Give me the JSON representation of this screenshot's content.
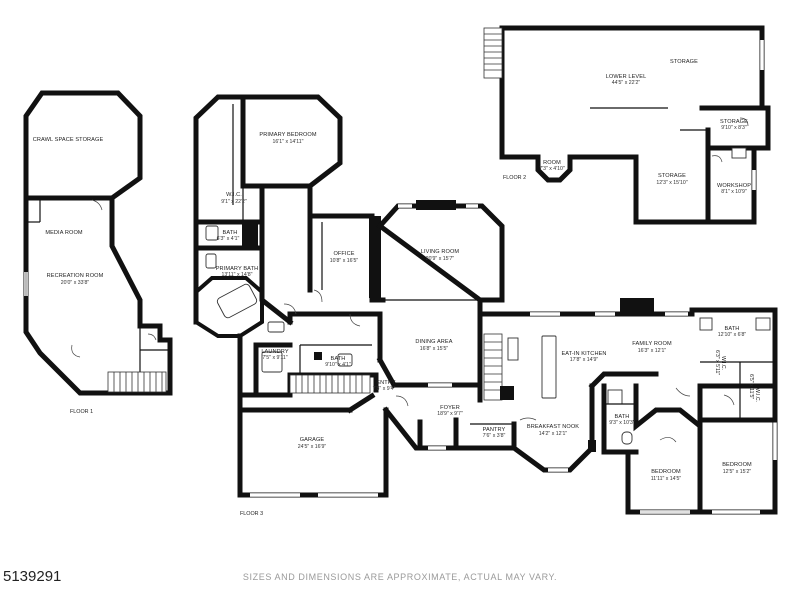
{
  "rooms": {
    "crawl_space_storage": {
      "name": "CRAWL SPACE STORAGE"
    },
    "media_room": {
      "name": "MEDIA ROOM"
    },
    "recreation_room": {
      "name": "RECREATION ROOM",
      "dims": "20'0\" x 33'8\""
    },
    "primary_bedroom": {
      "name": "PRIMARY BEDROOM",
      "dims": "16'1\" x 14'11\""
    },
    "wic_primary": {
      "name": "W.I.C.",
      "dims": "9'1\" x 22'2\""
    },
    "bath_upper": {
      "name": "BATH",
      "dims": "6'3\" x 4'1\""
    },
    "primary_bath": {
      "name": "PRIMARY BATH",
      "dims": "13'11\" x 14'8\""
    },
    "office": {
      "name": "OFFICE",
      "dims": "10'8\" x 16'5\""
    },
    "living_room": {
      "name": "LIVING ROOM",
      "dims": "20'9\" x 15'7\""
    },
    "dining_area": {
      "name": "DINING AREA",
      "dims": "16'8\" x 15'5\""
    },
    "laundry": {
      "name": "LAUNDRY",
      "dims": "7'5\" x 9'11\""
    },
    "bath_half": {
      "name": "BATH",
      "dims": "9'10\" x 4'1\""
    },
    "entry": {
      "name": "ENTRY",
      "dims": "7'8\" x 9'4\""
    },
    "foyer": {
      "name": "FOYER",
      "dims": "18'9\" x 9'7\""
    },
    "pantry": {
      "name": "PANTRY",
      "dims": "7'6\" x 3'8\""
    },
    "garage": {
      "name": "GARAGE",
      "dims": "24'5\" x 16'9\""
    },
    "eat_in_kitchen": {
      "name": "EAT-IN KITCHEN",
      "dims": "17'8\" x 14'9\""
    },
    "breakfast_nook": {
      "name": "BREAKFAST NOOK",
      "dims": "14'2\" x 12'1\""
    },
    "family_room": {
      "name": "FAMILY ROOM",
      "dims": "16'3\" x 12'1\""
    },
    "bath_side": {
      "name": "BATH",
      "dims": "12'10\" x 6'8\""
    },
    "wic_side": {
      "name": "W.I.C.",
      "dims": "6'3\" x 5'11\""
    },
    "wic_side2": {
      "name": "W.I.C.",
      "dims": "6'5\" x 11'5\""
    },
    "bath_lower": {
      "name": "BATH",
      "dims": "9'3\" x 10'3\""
    },
    "bedroom_left": {
      "name": "BEDROOM",
      "dims": "11'11\" x 14'5\""
    },
    "bedroom_right": {
      "name": "BEDROOM",
      "dims": "12'5\" x 15'2\""
    },
    "storage_main": {
      "name": "STORAGE"
    },
    "lower_level": {
      "name": "LOWER LEVEL",
      "dims": "44'5\" x 22'2\""
    },
    "storage_small": {
      "name": "STORAGE",
      "dims": "9'10\" x 8'3\""
    },
    "room_small": {
      "name": "ROOM",
      "dims": "7'3\" x 4'10\""
    },
    "storage_mid": {
      "name": "STORAGE",
      "dims": "12'3\" x 15'10\""
    },
    "workshop": {
      "name": "WORKSHOP",
      "dims": "8'1\" x 10'9\""
    }
  },
  "floors": {
    "floor1": "FLOOR 1",
    "floor2": "FLOOR 2",
    "floor3": "FLOOR 3"
  },
  "listing_id": "5139291",
  "disclaimer": "SIZES AND DIMENSIONS ARE APPROXIMATE, ACTUAL MAY VARY.",
  "colors": {
    "wall": "#111111",
    "background": "#ffffff",
    "disclaimer": "#9a9a9a"
  }
}
